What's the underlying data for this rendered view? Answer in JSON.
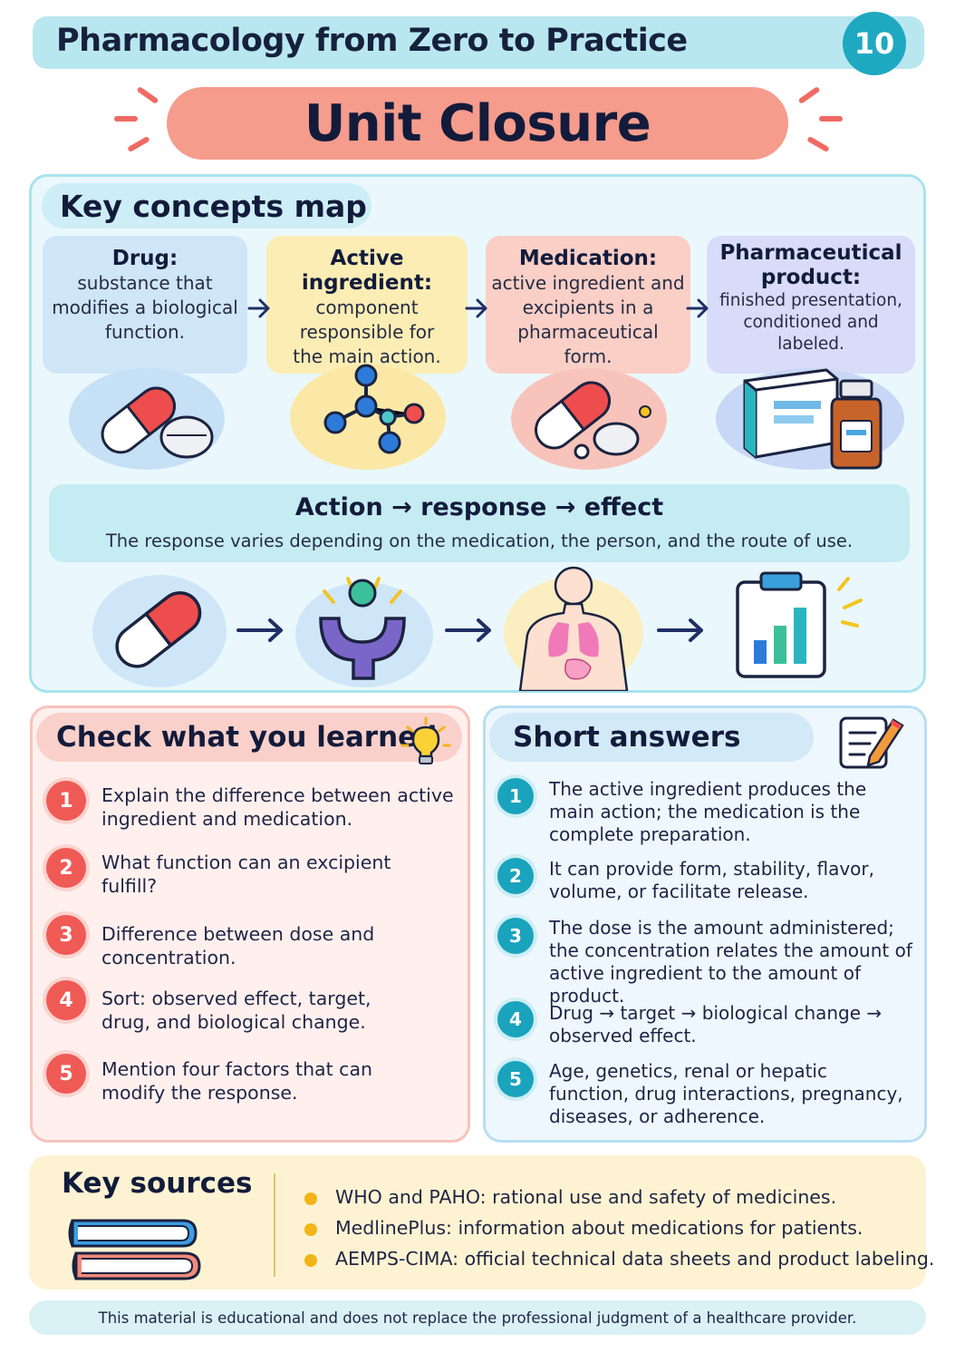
{
  "header": {
    "course_title": "Pharmacology from Zero to Practice",
    "page_number": "10",
    "unit_title": "Unit Closure"
  },
  "concepts": {
    "heading": "Key concepts map",
    "cards": [
      {
        "title": "Drug:",
        "description": "substance that modifies a biological function."
      },
      {
        "title": "Active ingredient:",
        "description": "component responsible for the main action."
      },
      {
        "title": "Medication:",
        "description": "active ingredient and excipients in a pharmaceutical form."
      },
      {
        "title": "Pharmaceutical product:",
        "description": "finished presentation, conditioned and labeled."
      }
    ],
    "card_colors": [
      "#cfe6f8",
      "#fbedb4",
      "#f9cfc6",
      "#d9dcf8"
    ],
    "illustration_icons": [
      "capsule-pill-icon",
      "molecule-icon",
      "capsule-excipients-icon",
      "product-box-bottle-icon"
    ],
    "chain": {
      "title": "Action → response → effect",
      "description": "The response varies depending on the medication, the person, and the route of use.",
      "icons": [
        "capsule-icon",
        "receptor-target-icon",
        "human-body-icon",
        "results-chart-icon"
      ]
    }
  },
  "learned": {
    "heading": "Check what you learned",
    "items": [
      {
        "number": "1",
        "text": "Explain the difference between active ingredient and medication."
      },
      {
        "number": "2",
        "text": "What function can an excipient fulfill?"
      },
      {
        "number": "3",
        "text": "Difference between dose and concentration."
      },
      {
        "number": "4",
        "text": "Sort: observed effect, target, drug, and biological change."
      },
      {
        "number": "5",
        "text": "Mention four factors that can modify the response."
      }
    ]
  },
  "answers": {
    "heading": "Short answers",
    "items": [
      {
        "number": "1",
        "text": "The active ingredient produces the main action; the medication is the complete preparation."
      },
      {
        "number": "2",
        "text": "It can provide form, stability, flavor, volume, or facilitate release."
      },
      {
        "number": "3",
        "text": "The dose is the amount administered; the concentration relates the amount of active ingredient to the amount of product."
      },
      {
        "number": "4",
        "text": "Drug → target → biological change → observed effect."
      },
      {
        "number": "5",
        "text": "Age, genetics, renal or hepatic function, drug interactions, pregnancy, diseases, or adherence."
      }
    ]
  },
  "sources": {
    "heading": "Key sources",
    "items": [
      "WHO and PAHO: rational use and safety of medicines.",
      "MedlinePlus: information about medications for patients.",
      "AEMPS-CIMA: official technical data sheets and product labeling."
    ]
  },
  "disclaimer": "This material is educational and does not replace the professional judgment of a healthcare provider."
}
